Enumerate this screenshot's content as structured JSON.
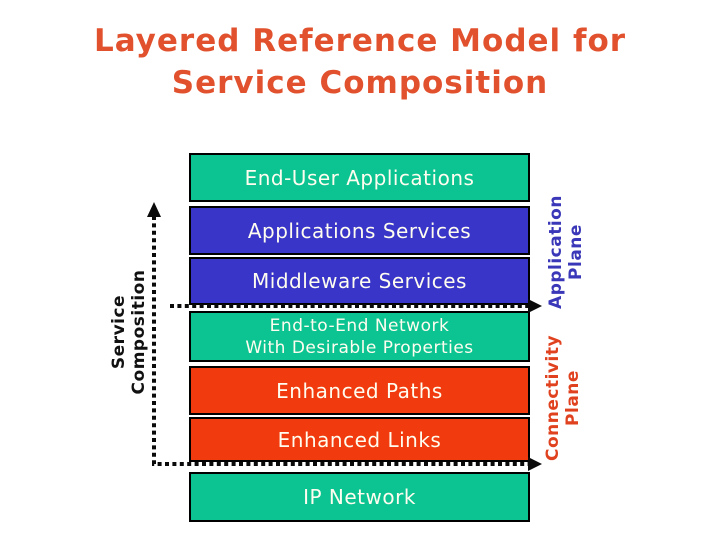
{
  "title": {
    "line1": "Layered Reference Model for",
    "line2": "Service Composition",
    "color": "#e2512d"
  },
  "layers": [
    {
      "label": "End-User Applications",
      "color": "#0cc492"
    },
    {
      "label": "Applications Services",
      "color": "#3935c8"
    },
    {
      "label": "Middleware Services",
      "color": "#3935c8"
    },
    {
      "label_line1": "End-to-End Network",
      "label_line2": "With Desirable Properties",
      "color": "#0cc492"
    },
    {
      "label": "Enhanced Paths",
      "color": "#f13b0e"
    },
    {
      "label": "Enhanced Links",
      "color": "#f13b0e"
    },
    {
      "label": "IP Network",
      "color": "#0cc492"
    }
  ],
  "axis_labels": {
    "service_composition": {
      "line1": "Service",
      "line2": "Composition",
      "color": "#111111"
    },
    "application_plane": {
      "line1": "Application",
      "line2": "Plane",
      "color": "#3a38b8"
    },
    "connectivity_plane": {
      "line1": "Connectivity",
      "line2": "Plane",
      "color": "#e0421f"
    }
  },
  "palette": {
    "teal_box": "#0cc492",
    "blue_box": "#3935c8",
    "orange_box": "#f13b0e",
    "box_text": "#fffdf0",
    "arrow": "#0a0a0a",
    "background": "#ffffff"
  }
}
